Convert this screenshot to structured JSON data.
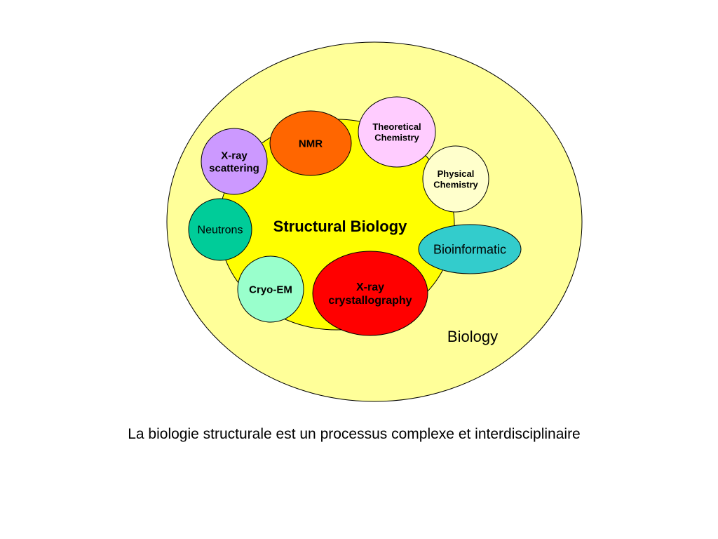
{
  "diagram": {
    "outer": {
      "label": "Biology",
      "color": "#ffff99"
    },
    "inner": {
      "label": "Structural Biology",
      "color": "#ffff00"
    },
    "nodes": [
      {
        "id": "nmr",
        "lines": [
          "NMR"
        ],
        "color": "#ff6600"
      },
      {
        "id": "theoretical-chemistry",
        "lines": [
          "Theoretical",
          "Chemistry"
        ],
        "color": "#ffccff"
      },
      {
        "id": "x-ray-scattering",
        "lines": [
          "X-ray",
          "scattering"
        ],
        "color": "#cc99ff"
      },
      {
        "id": "physical-chemistry",
        "lines": [
          "Physical",
          "Chemistry"
        ],
        "color": "#ffffcc"
      },
      {
        "id": "neutrons",
        "lines": [
          "Neutrons"
        ],
        "color": "#00cc99"
      },
      {
        "id": "bioinformatic",
        "lines": [
          "Bioinformatic"
        ],
        "color": "#33cccc"
      },
      {
        "id": "cryo-em",
        "lines": [
          "Cryo-EM"
        ],
        "color": "#99ffcc"
      },
      {
        "id": "x-ray-crystallography",
        "lines": [
          "X-ray",
          "crystallography"
        ],
        "color": "#ff0000"
      }
    ]
  },
  "caption": "La biologie structurale est un processus complexe et interdisciplinaire"
}
